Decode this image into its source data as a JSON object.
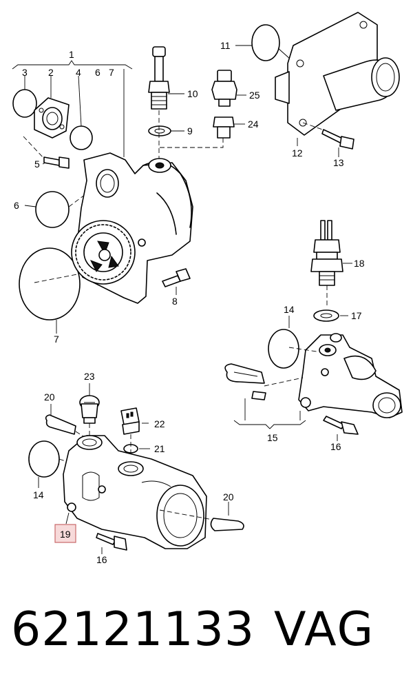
{
  "callouts": {
    "c1": "1",
    "c2": "2",
    "c3": "3",
    "c4": "4",
    "c5": "5",
    "c6a": "6",
    "c6b": "6",
    "c7a": "7",
    "c7b": "7",
    "c8": "8",
    "c9": "9",
    "c10": "10",
    "c11": "11",
    "c12": "12",
    "c13": "13",
    "c14a": "14",
    "c14b": "14",
    "c15": "15",
    "c16a": "16",
    "c16b": "16",
    "c17": "17",
    "c18": "18",
    "c19": "19",
    "c20a": "20",
    "c20b": "20",
    "c21": "21",
    "c22": "22",
    "c23": "23",
    "c24": "24",
    "c25": "25"
  },
  "highlighted_callout": "19",
  "highlight_color": "#f7dada",
  "footer": {
    "part_number": "62121133",
    "brand": "VAG"
  }
}
